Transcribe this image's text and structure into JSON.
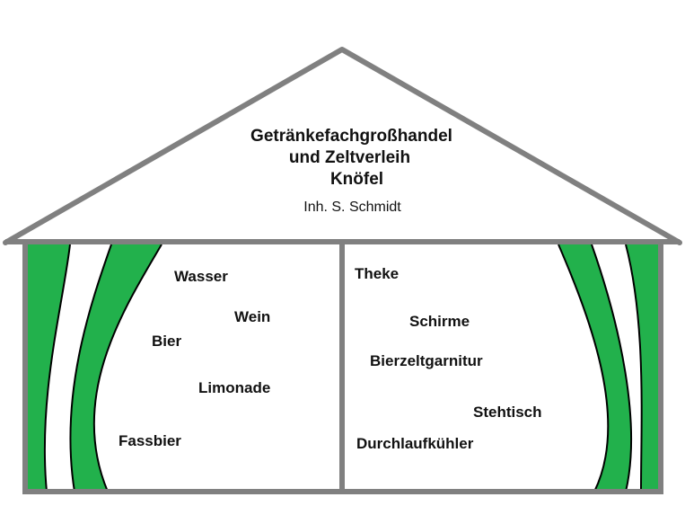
{
  "header": {
    "title_lines": [
      "Getränkefachgroßhandel",
      "und Zeltverleih",
      "Knöfel"
    ],
    "owner": "Inh. S. Schmidt"
  },
  "beverages": [
    "Wasser",
    "Wein",
    "Bier",
    "Limonade",
    "Fassbier"
  ],
  "rentals": [
    "Theke",
    "Schirme",
    "Bierzeltgarnitur",
    "Stehtisch",
    "Durchlaufkühler"
  ],
  "colors": {
    "outline": "#808080",
    "curtain": "#22b14c",
    "background": "#ffffff",
    "text": "#111111"
  }
}
